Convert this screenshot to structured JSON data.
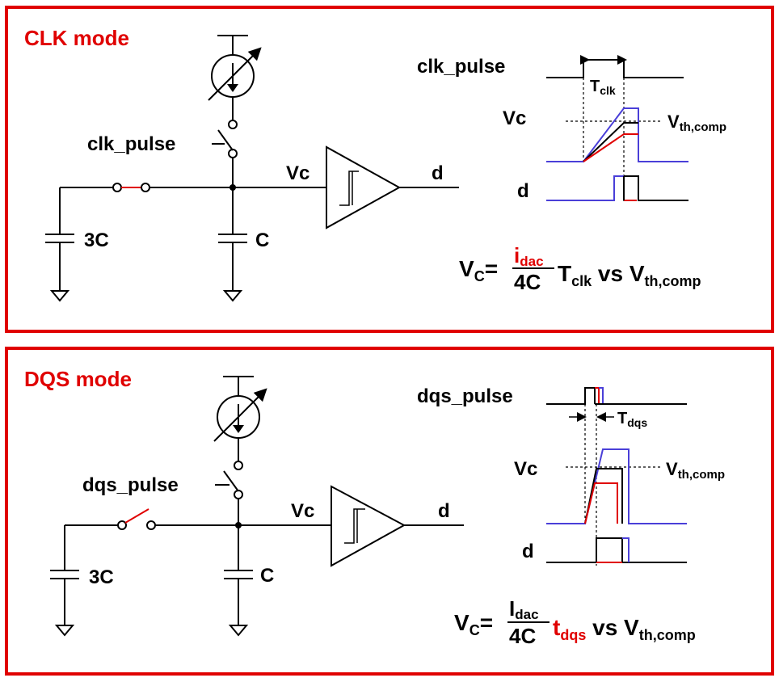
{
  "clk_panel": {
    "title": "CLK mode",
    "switch_label": "clk_pulse",
    "node_label": "Vc",
    "output_label": "d",
    "cap_big": "3C",
    "cap_small": "C",
    "wave_pulse_label": "clk_pulse",
    "wave_vc_label": "Vc",
    "wave_d_label": "d",
    "period_label": "T",
    "period_sub": "clk",
    "threshold_label": "V",
    "threshold_sub": "th,comp",
    "eq_v": "V",
    "eq_v_sub": "C",
    "eq_equals": "=",
    "eq_num": "i",
    "eq_num_sub": "dac",
    "eq_den": "4C",
    "eq_t": "T",
    "eq_t_sub": "clk",
    "eq_vs": " vs ",
    "eq_rhs": "V",
    "eq_rhs_sub": "th,comp"
  },
  "dqs_panel": {
    "title": "DQS mode",
    "switch_label": "dqs_pulse",
    "node_label": "Vc",
    "output_label": "d",
    "cap_big": "3C",
    "cap_small": "C",
    "wave_pulse_label": "dqs_pulse",
    "wave_vc_label": "Vc",
    "wave_d_label": "d",
    "period_label": "T",
    "period_sub": "dqs",
    "threshold_label": "V",
    "threshold_sub": "th,comp",
    "eq_v": "V",
    "eq_v_sub": "C",
    "eq_equals": "=",
    "eq_num": "I",
    "eq_num_sub": "dac",
    "eq_den": "4C",
    "eq_t": "t",
    "eq_t_sub": "dqs",
    "eq_vs": " vs ",
    "eq_rhs": "V",
    "eq_rhs_sub": "th,comp"
  },
  "colors": {
    "frame": "#e00000",
    "accent_red": "#e00000",
    "trace_blue": "#4a3fd8",
    "ink": "#000000"
  }
}
